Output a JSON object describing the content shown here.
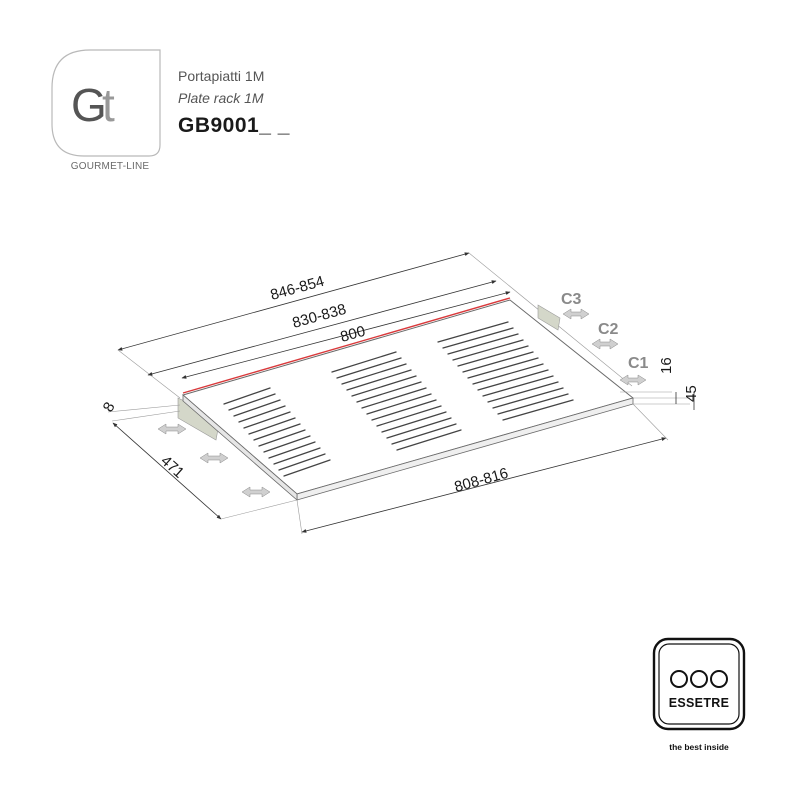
{
  "brand": {
    "logo_g": "G",
    "logo_t": "t",
    "line_name": "GOURMET-LINE"
  },
  "product": {
    "name_it": "Portapiatti 1M",
    "name_en": "Plate rack 1M",
    "code": "GB9001_ _"
  },
  "dimensions": {
    "overall_width": "846-854",
    "inner_width": "830-838",
    "panel_width": "800",
    "front_width": "808-816",
    "depth": "471",
    "rail_offset": "8",
    "height_thin": "16",
    "height_total": "45"
  },
  "clearances": {
    "c1": "C1",
    "c2": "C2",
    "c3": "C3"
  },
  "colors": {
    "accent_line": "#d9393b",
    "rail": "#cfd2c4",
    "arrow": "#c8c8c8",
    "label_grey": "#8a8a8a"
  },
  "footer": {
    "manufacturer": "ESSETRE",
    "tagline": "the best inside"
  }
}
